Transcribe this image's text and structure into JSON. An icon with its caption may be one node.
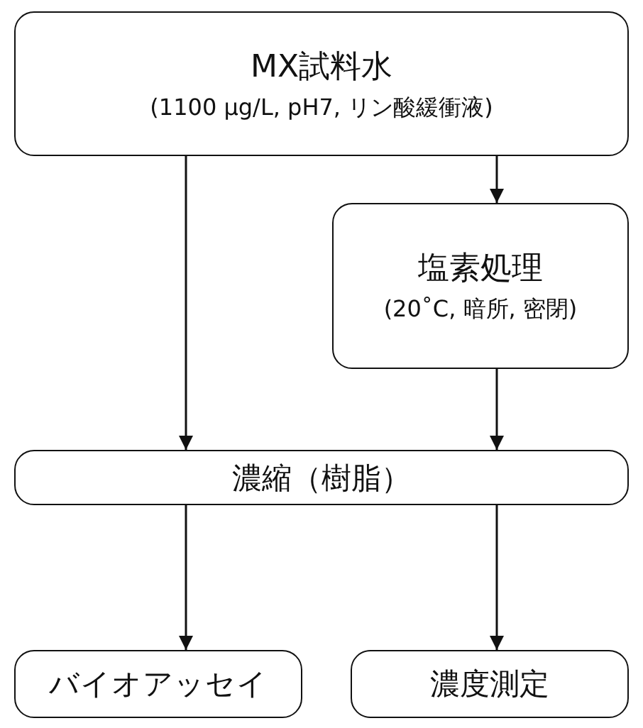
{
  "diagram": {
    "nodes": [
      {
        "text": [
          "MX試料水",
          "(1100 μg/L, pH7, リン酸緩衝液)"
        ]
      },
      {
        "text": [
          "塩素処理",
          "(20˚C, 暗所, 密閉)"
        ]
      },
      {
        "text": [
          "濃縮（樹脂）"
        ]
      },
      {
        "text": [
          "バイオアッセイ"
        ]
      },
      {
        "text": [
          "濃度測定"
        ]
      }
    ],
    "edges": [
      {
        "from": 0,
        "to": 1,
        "arrow": "to"
      },
      {
        "from": 0,
        "to": 2,
        "arrow": "to"
      },
      {
        "from": 1,
        "to": 2,
        "arrow": "to"
      },
      {
        "from": 2,
        "to": 3,
        "arrow": "to"
      },
      {
        "from": 2,
        "to": 4,
        "arrow": "to"
      }
    ]
  }
}
